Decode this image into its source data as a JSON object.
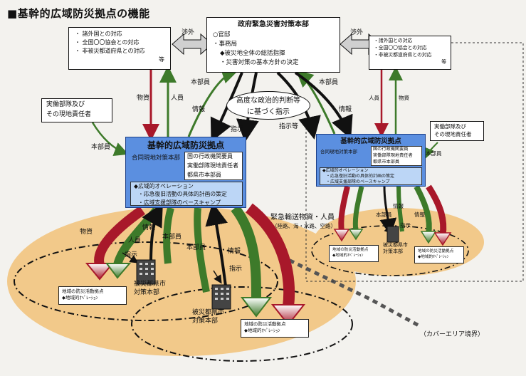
{
  "title": "■基幹的広域防災拠点の機能",
  "hq": {
    "title": "政府緊急災害対策本部",
    "items": [
      "○官邸",
      "・事務局",
      "◆被災地全体の総括指揮",
      "・災害対策の基本方針の決定"
    ]
  },
  "left_box": {
    "items": [
      "・ 諸外国との対応",
      "・ 全国〇〇協会との対応",
      "・ 非被災都道府県との対応"
    ],
    "suffix": "等"
  },
  "right_box": {
    "items": [
      "・諸外国との対応",
      "・全国〇〇協会との対応",
      "・非被災都道府県との対応"
    ],
    "suffix": "等"
  },
  "negotiation": "渉外",
  "field_manager": {
    "left": [
      "実働部隊及び",
      "その現地責任者"
    ],
    "right": [
      "実働部隊及び",
      "その現地責任者"
    ]
  },
  "judgment": [
    "高度な政治的判断等",
    "に基づく指示"
  ],
  "main_base": {
    "title": "基幹的広域防災拠点",
    "hq_label": "合同現地対策本部",
    "members": [
      "国の行政機関要員",
      "実働部隊現地責任者",
      "都県市本部員"
    ],
    "operations": [
      "◆広域的オペレーション",
      "・応急復旧活動の具体的計画の策定",
      "・広域支援部隊のベースキャンプ"
    ]
  },
  "sub_base": {
    "title": "基幹的広域防災拠点",
    "hq_label": "合同現地対策本部",
    "members": [
      "国の行政機関要員",
      "実働部隊現地責任者",
      "都県市本部員"
    ],
    "operations": [
      "◆広域的オペレーション",
      "・応急復旧活動の具体的計画の策定",
      "・広域支援部隊のベースキャンプ"
    ]
  },
  "labels": {
    "goods": "物資",
    "personnel": "人員",
    "hq_staff": "本部員",
    "info": "情報",
    "instruction": "指示",
    "instruction_etc": "指示等",
    "info_etc": "情報",
    "transport": "緊急輸送物資・人員",
    "transport_routes": "（陸路、海・水路、空路）",
    "coverage": "（カバーエリア境界）"
  },
  "local": {
    "office1": [
      "被災都県市",
      "対策本部"
    ],
    "office2": [
      "被災都県市",
      "対策本部"
    ],
    "office3": [
      "被災都県市",
      "対策本部"
    ],
    "act_title": "地域の防災活動拠点",
    "act_op": "◆地域的ｵﾍﾟﾚｰｼｮﾝ"
  },
  "colors": {
    "blue": "#5b8fe0",
    "area": "#f2c98a",
    "red": "#a8182a",
    "green": "#3d7a2a"
  }
}
